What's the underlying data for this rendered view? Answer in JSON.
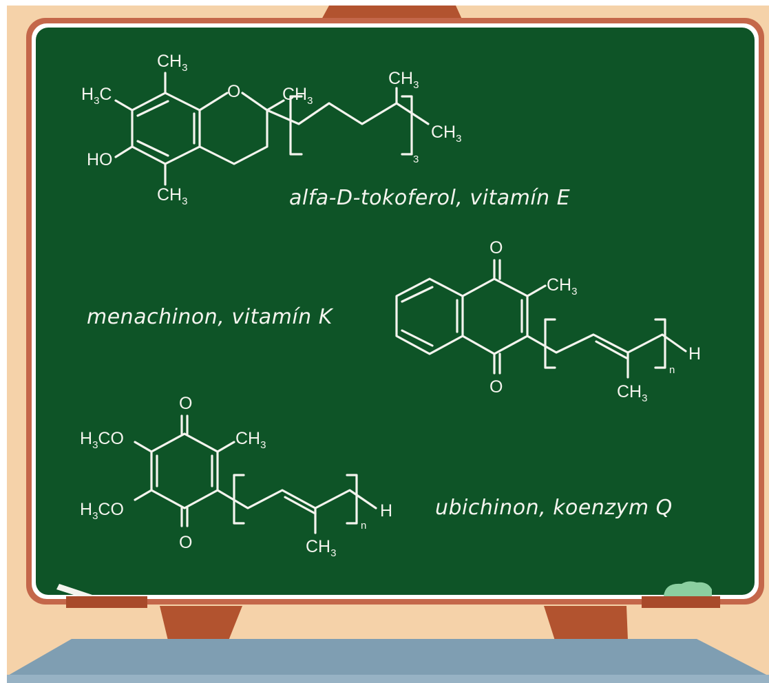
{
  "colors": {
    "wall": "#f5d2a9",
    "board_frame": "#c4674a",
    "board_surface": "#0e5427",
    "chalk": "#f4f4ee",
    "easel_wood": "#b2532f",
    "tray": "#7f9eb2"
  },
  "compounds": [
    {
      "label": "alfa-D-tokoferol, vitamín E",
      "atoms": {
        "ch3_top": "CH",
        "h3c": "H",
        "h3c_c": "C",
        "ho": "HO",
        "ch3_bottom": "CH",
        "o_ring": "O",
        "ch3_quat": "CH",
        "ch3_branch": "CH",
        "ch3_end": "CH",
        "repeat": "3",
        "sub3": "3"
      }
    },
    {
      "label": "menachinon, vitamín K",
      "atoms": {
        "o_top": "O",
        "o_bottom": "O",
        "ch3_ring": "CH",
        "ch3_chain": "CH",
        "h_end": "H",
        "repeat": "n",
        "sub3": "3"
      }
    },
    {
      "label": "ubichinon, koenzym Q",
      "atoms": {
        "o_top": "O",
        "o_bottom": "O",
        "h3co_top": "H",
        "h3co_bottom": "H",
        "co": "CO",
        "ch3_ring": "CH",
        "ch3_chain": "CH",
        "h_end": "H",
        "repeat": "n",
        "sub3": "3"
      }
    }
  ]
}
